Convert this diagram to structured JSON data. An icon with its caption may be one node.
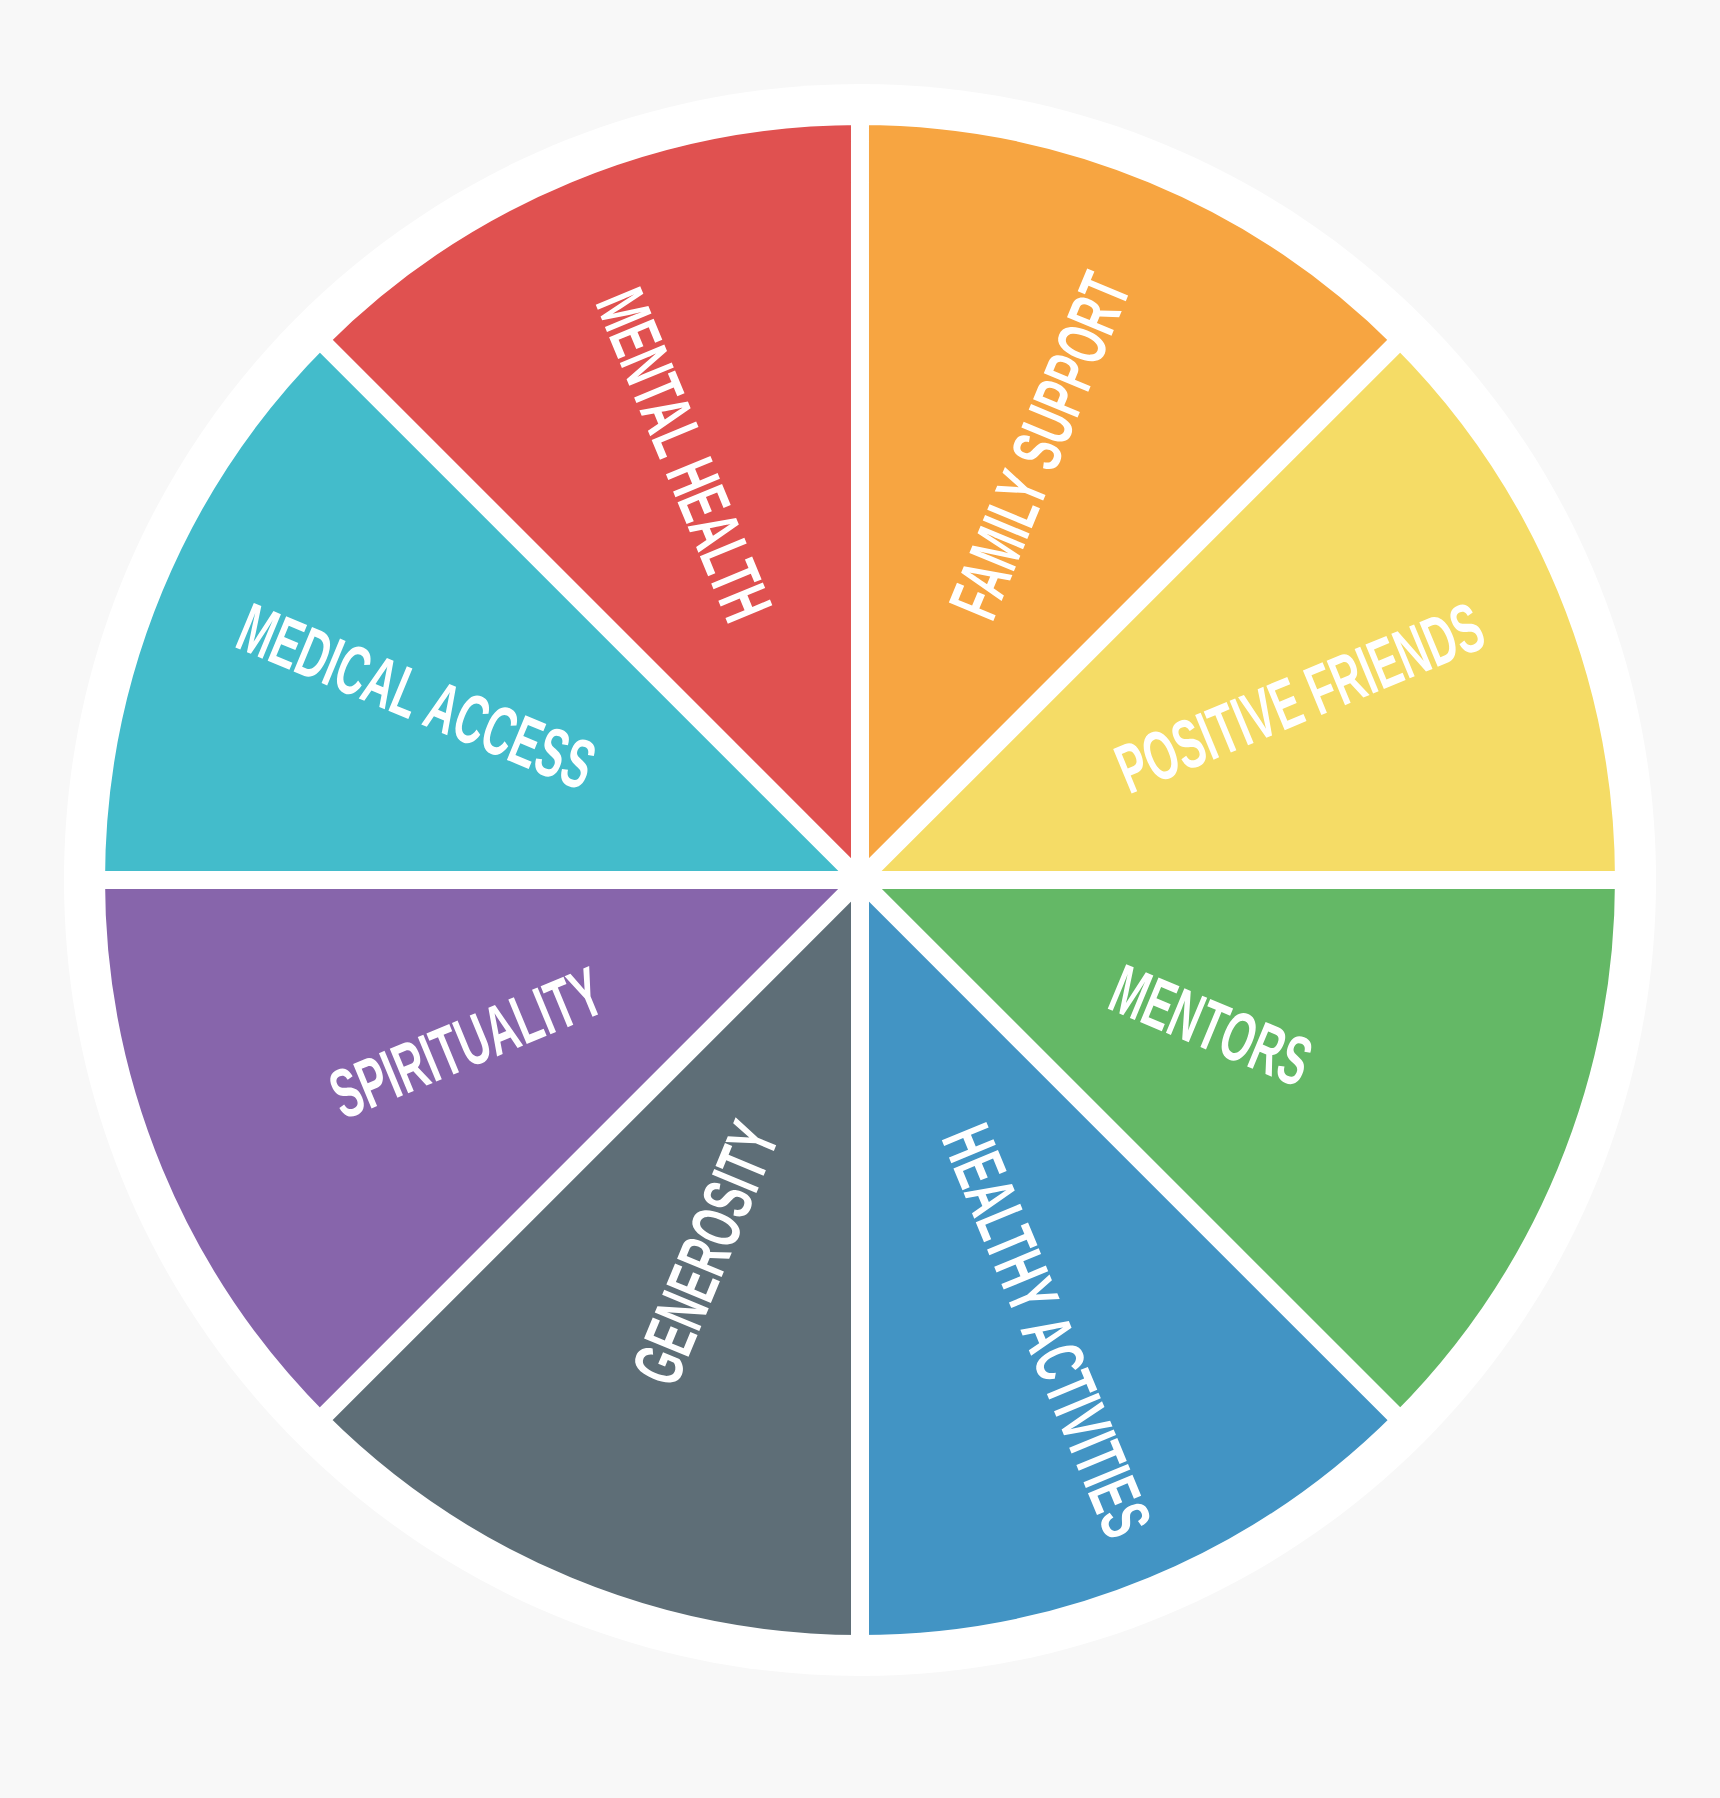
{
  "diagram": {
    "nodes": [
      {
        "text": [
          "MENTAL HEALTH"
        ]
      },
      {
        "text": [
          "FAMILY SUPPORT"
        ]
      },
      {
        "text": [
          "MEDICAL ACCESS"
        ]
      },
      {
        "text": [
          "POSITIVE FRIENDS"
        ]
      },
      {
        "text": [
          "SPIRITUALITY"
        ]
      },
      {
        "text": [
          "MENTORS"
        ]
      },
      {
        "text": [
          "GENEROSITY"
        ]
      },
      {
        "text": [
          "HEALTHY ACTIVITIES"
        ]
      }
    ]
  }
}
